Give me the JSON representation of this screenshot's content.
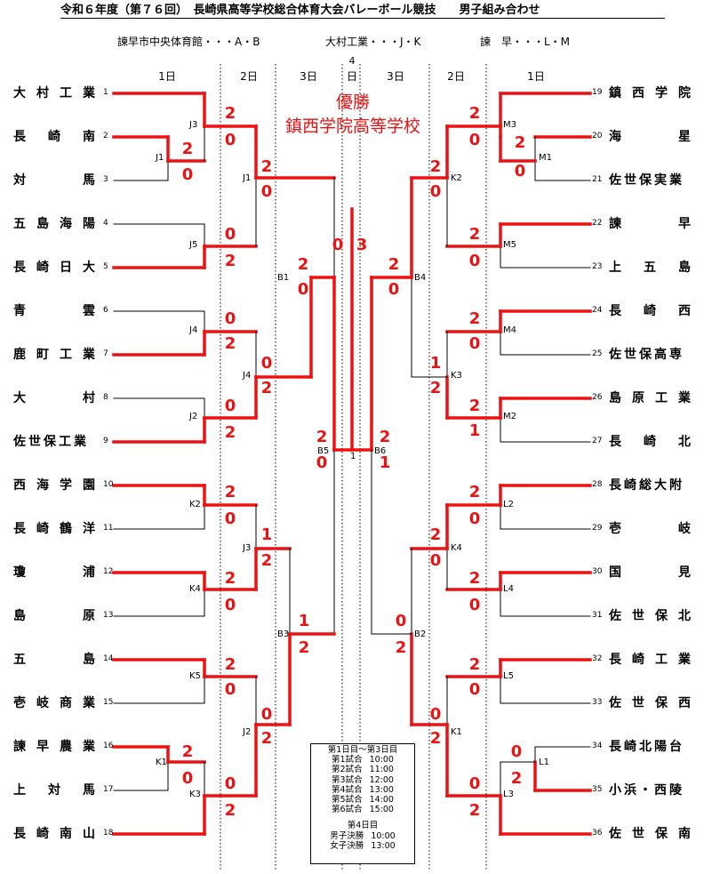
{
  "title": "令和６年度（第７６回）　長崎県高等学校総合体育大会バレーボール競技　　男子組み合わせ",
  "venues": [
    "諫早市中央体育館・・・A・B",
    "大村工業・・・J・K",
    "諫　早・・・L・M"
  ],
  "day_headers": {
    "left": [
      "1日",
      "2日",
      "3日"
    ],
    "center_num": "4",
    "center": "日",
    "right": [
      "3日",
      "2日",
      "1日"
    ]
  },
  "winner_label": "優勝",
  "winner_name": "鎮西学院高等学校",
  "left_teams": [
    {
      "seed": "1",
      "name": "大村工業"
    },
    {
      "seed": "2",
      "name": "長崎南"
    },
    {
      "seed": "3",
      "name": "対馬"
    },
    {
      "seed": "4",
      "name": "五島海陽"
    },
    {
      "seed": "5",
      "name": "長崎日大"
    },
    {
      "seed": "6",
      "name": "青雲"
    },
    {
      "seed": "7",
      "name": "鹿町工業"
    },
    {
      "seed": "8",
      "name": "大村"
    },
    {
      "seed": "9",
      "name": "佐世保工業"
    },
    {
      "seed": "10",
      "name": "西海学園"
    },
    {
      "seed": "11",
      "name": "長崎鶴洋"
    },
    {
      "seed": "12",
      "name": "瓊浦"
    },
    {
      "seed": "13",
      "name": "島原"
    },
    {
      "seed": "14",
      "name": "五島"
    },
    {
      "seed": "15",
      "name": "壱岐商業"
    },
    {
      "seed": "16",
      "name": "諫早農業"
    },
    {
      "seed": "17",
      "name": "上対馬"
    },
    {
      "seed": "18",
      "name": "長崎南山"
    }
  ],
  "right_teams": [
    {
      "seed": "19",
      "name": "鎮西学院"
    },
    {
      "seed": "20",
      "name": "海星"
    },
    {
      "seed": "21",
      "name": "佐世保実業"
    },
    {
      "seed": "22",
      "name": "諫早"
    },
    {
      "seed": "23",
      "name": "上五島"
    },
    {
      "seed": "24",
      "name": "長崎西"
    },
    {
      "seed": "25",
      "name": "佐世保高専"
    },
    {
      "seed": "26",
      "name": "島原工業"
    },
    {
      "seed": "27",
      "name": "長崎北"
    },
    {
      "seed": "28",
      "name": "長崎総大附"
    },
    {
      "seed": "29",
      "name": "壱岐"
    },
    {
      "seed": "30",
      "name": "国見"
    },
    {
      "seed": "31",
      "name": "佐世保北"
    },
    {
      "seed": "32",
      "name": "長崎工業"
    },
    {
      "seed": "33",
      "name": "佐世保西"
    },
    {
      "seed": "34",
      "name": "長崎北陽台"
    },
    {
      "seed": "35",
      "name": "小浜・西陵"
    },
    {
      "seed": "36",
      "name": "佐世保南"
    }
  ],
  "match_labels": {
    "J1": "J1",
    "J3": "J3",
    "J5": "J5",
    "J1b": "J1",
    "B1": "B1",
    "J4a": "J4",
    "J2a": "J2",
    "J4b": "J4",
    "B5": "B5",
    "K2": "K2",
    "K4": "K4",
    "J3b": "J3",
    "B3": "B3",
    "K5": "K5",
    "K1": "K1",
    "K3": "K3",
    "J2b": "J2",
    "M3": "M3",
    "M1": "M1",
    "K2r": "K2",
    "M5": "M5",
    "B4": "B4",
    "M4": "M4",
    "K3r": "K3",
    "M2": "M2",
    "B6": "B6",
    "L2": "L2",
    "K4r": "K4",
    "L4": "L4",
    "B2": "B2",
    "L5": "L5",
    "K1r": "K1",
    "L1": "L1",
    "L3": "L3",
    "final": "1"
  },
  "scores": {
    "l_j3_top": "2",
    "l_j3_bot": "0",
    "l_j1_top": "2",
    "l_j1_bot": "0",
    "l_j1b_top": "2",
    "l_j1b_bot": "0",
    "l_j5_top": "0",
    "l_j5_bot": "2",
    "l_b1_top": "2",
    "l_b1_bot": "0",
    "l_j4a_top": "0",
    "l_j4a_bot": "2",
    "l_j4b_top": "0",
    "l_j4b_bot": "2",
    "l_j2a_top": "0",
    "l_j2a_bot": "2",
    "l_b5_top": "2",
    "l_b5_bot": "0",
    "l_k2_top": "2",
    "l_k2_bot": "0",
    "l_j3b_top": "1",
    "l_j3b_bot": "2",
    "l_k4_top": "2",
    "l_k4_bot": "0",
    "l_b3_top": "1",
    "l_b3_bot": "2",
    "l_k5_top": "2",
    "l_k5_bot": "0",
    "l_j2b_top": "0",
    "l_j2b_bot": "2",
    "l_k1_top": "2",
    "l_k1_bot": "0",
    "l_k3_top": "0",
    "l_k3_bot": "2",
    "final_left": "0",
    "final_right": "3",
    "r_m3_top": "2",
    "r_m3_bot": "0",
    "r_m1_top": "2",
    "r_m1_bot": "0",
    "r_k2_top": "2",
    "r_k2_bot": "0",
    "r_m5_top": "2",
    "r_m5_bot": "0",
    "r_b4_top": "2",
    "r_b4_bot": "0",
    "r_m4_top": "2",
    "r_m4_bot": "0",
    "r_k3_top": "1",
    "r_k3_bot": "2",
    "r_m2_top": "2",
    "r_m2_bot": "1",
    "r_b6_top": "2",
    "r_b6_bot": "1",
    "r_l2_top": "2",
    "r_l2_bot": "0",
    "r_k4_top": "2",
    "r_k4_bot": "0",
    "r_l4_top": "2",
    "r_l4_bot": "0",
    "r_b2_top": "0",
    "r_b2_bot": "2",
    "r_l5_top": "2",
    "r_l5_bot": "0",
    "r_k1_top": "0",
    "r_k1_bot": "2",
    "r_l1_top": "0",
    "r_l1_bot": "2",
    "r_l3_top": "0",
    "r_l3_bot": "2"
  },
  "schedule": {
    "header1": "第1日目～第3日目",
    "rows1": [
      {
        "label": "第1試合",
        "time": "10:00"
      },
      {
        "label": "第2試合",
        "time": "11:00"
      },
      {
        "label": "第3試合",
        "time": "12:00"
      },
      {
        "label": "第4試合",
        "time": "13:00"
      },
      {
        "label": "第5試合",
        "time": "14:00"
      },
      {
        "label": "第6試合",
        "time": "15:00"
      }
    ],
    "header2": "第4日目",
    "rows2": [
      {
        "label": "男子決勝",
        "time": "10:00"
      },
      {
        "label": "女子決勝",
        "time": "13:00"
      }
    ]
  },
  "colors": {
    "win_line": "#ee1111",
    "score": "#ee1111",
    "line": "#000000"
  }
}
